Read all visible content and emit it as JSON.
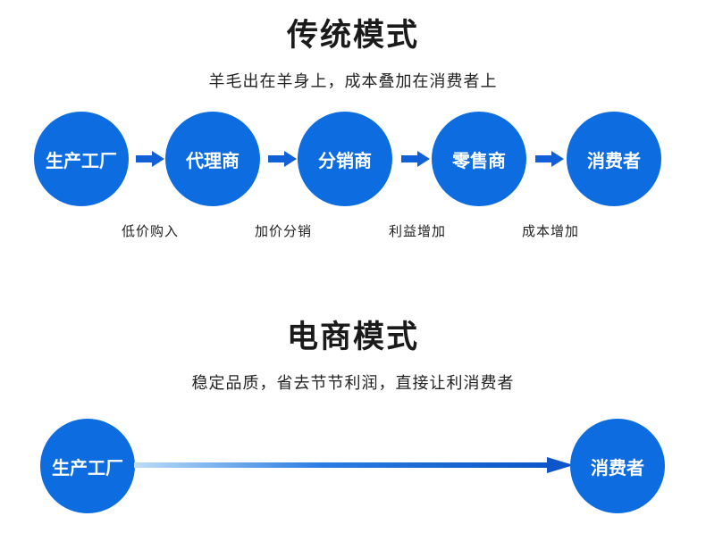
{
  "colors": {
    "node_blue": "#0d6ce0",
    "arrow_blue": "#1060d8",
    "title_text": "#1a1a1a",
    "body_text": "#222222",
    "background": "#ffffff"
  },
  "sections": {
    "traditional": {
      "title": "传统模式",
      "subtitle": "羊毛出在羊身上，成本叠加在消费者上",
      "nodes": [
        {
          "label": "生产工厂"
        },
        {
          "label": "代理商"
        },
        {
          "label": "分销商"
        },
        {
          "label": "零售商"
        },
        {
          "label": "消费者"
        }
      ],
      "arrows": [
        {
          "icon": "arrow-right-icon",
          "caption": "低价购入"
        },
        {
          "icon": "arrow-right-icon",
          "caption": "加价分销"
        },
        {
          "icon": "arrow-right-icon",
          "caption": "利益增加"
        },
        {
          "icon": "arrow-right-icon",
          "caption": "成本增加"
        }
      ]
    },
    "ecommerce": {
      "title": "电商模式",
      "subtitle": "稳定品质，省去节节利润，直接让利消费者",
      "nodes": [
        {
          "label": "生产工厂"
        },
        {
          "label": "消费者"
        }
      ],
      "arrow": {
        "icon": "long-arrow-right-icon"
      }
    }
  }
}
